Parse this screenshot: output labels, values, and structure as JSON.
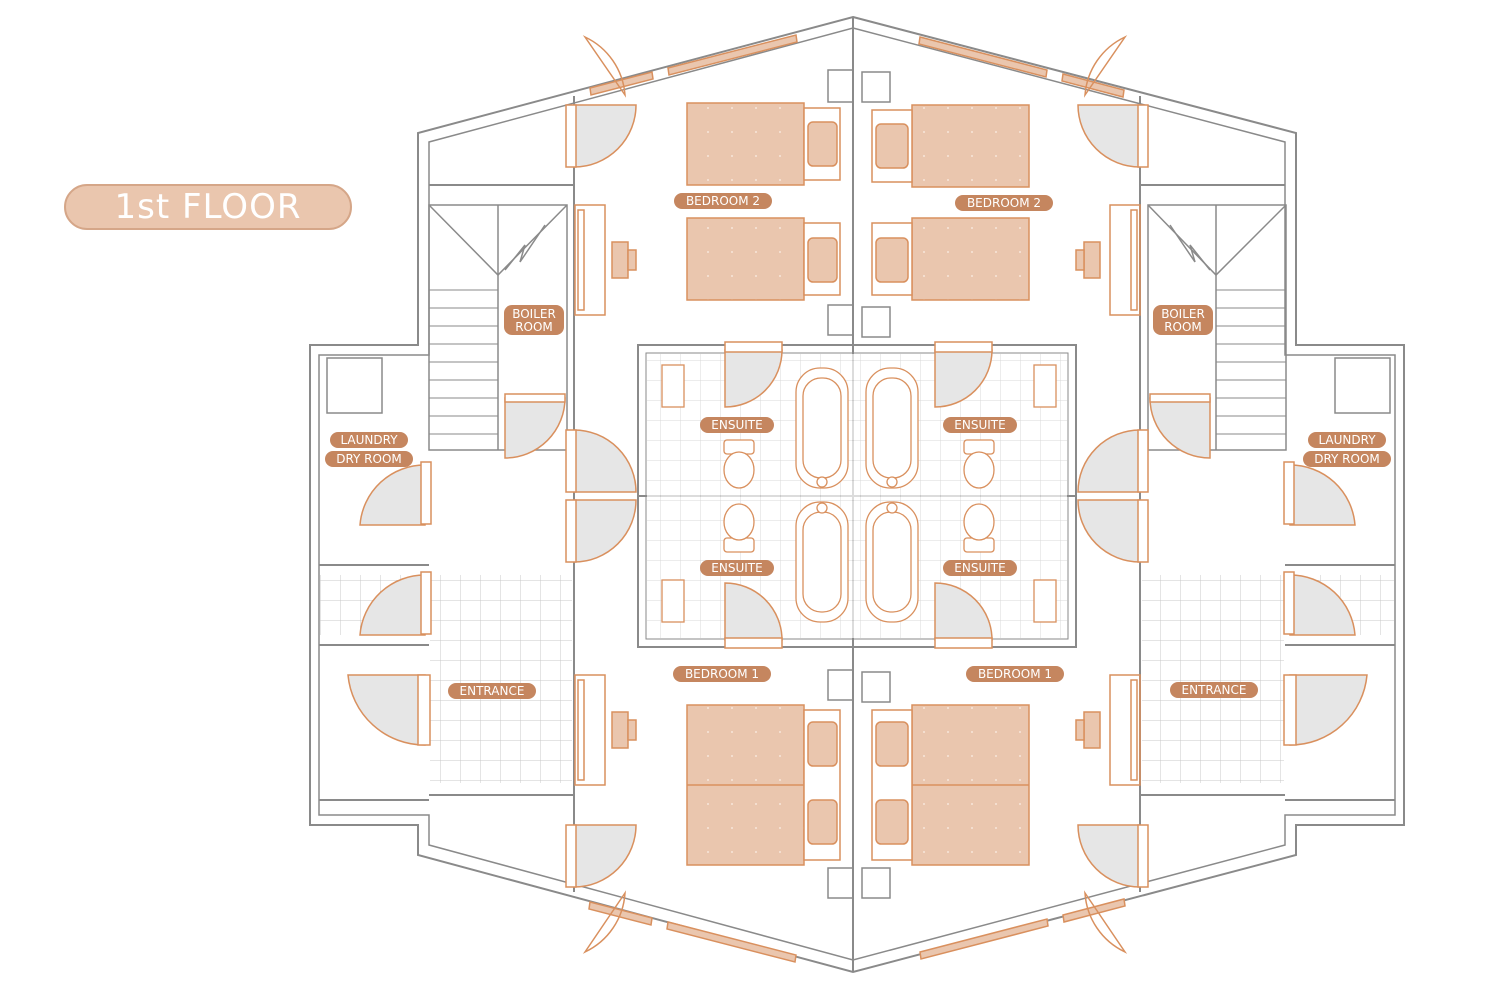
{
  "floor_label": "1st FLOOR",
  "colors": {
    "wall": "#8a8a8a",
    "accent": "#d9905e",
    "bed_fill": "#eac6ae",
    "label_fill": "#c5865f",
    "door_fill": "#e6e6e6",
    "tile": "#c9c9c9"
  },
  "rooms": {
    "bedroom_2": "BEDROOM 2",
    "bedroom_1": "BEDROOM 1",
    "boiler": "BOILER",
    "boiler_room": "ROOM",
    "laundry": "LAUNDRY",
    "dry_room": "DRY ROOM",
    "entrance": "ENTRANCE",
    "ensuite": "ENSUITE"
  }
}
